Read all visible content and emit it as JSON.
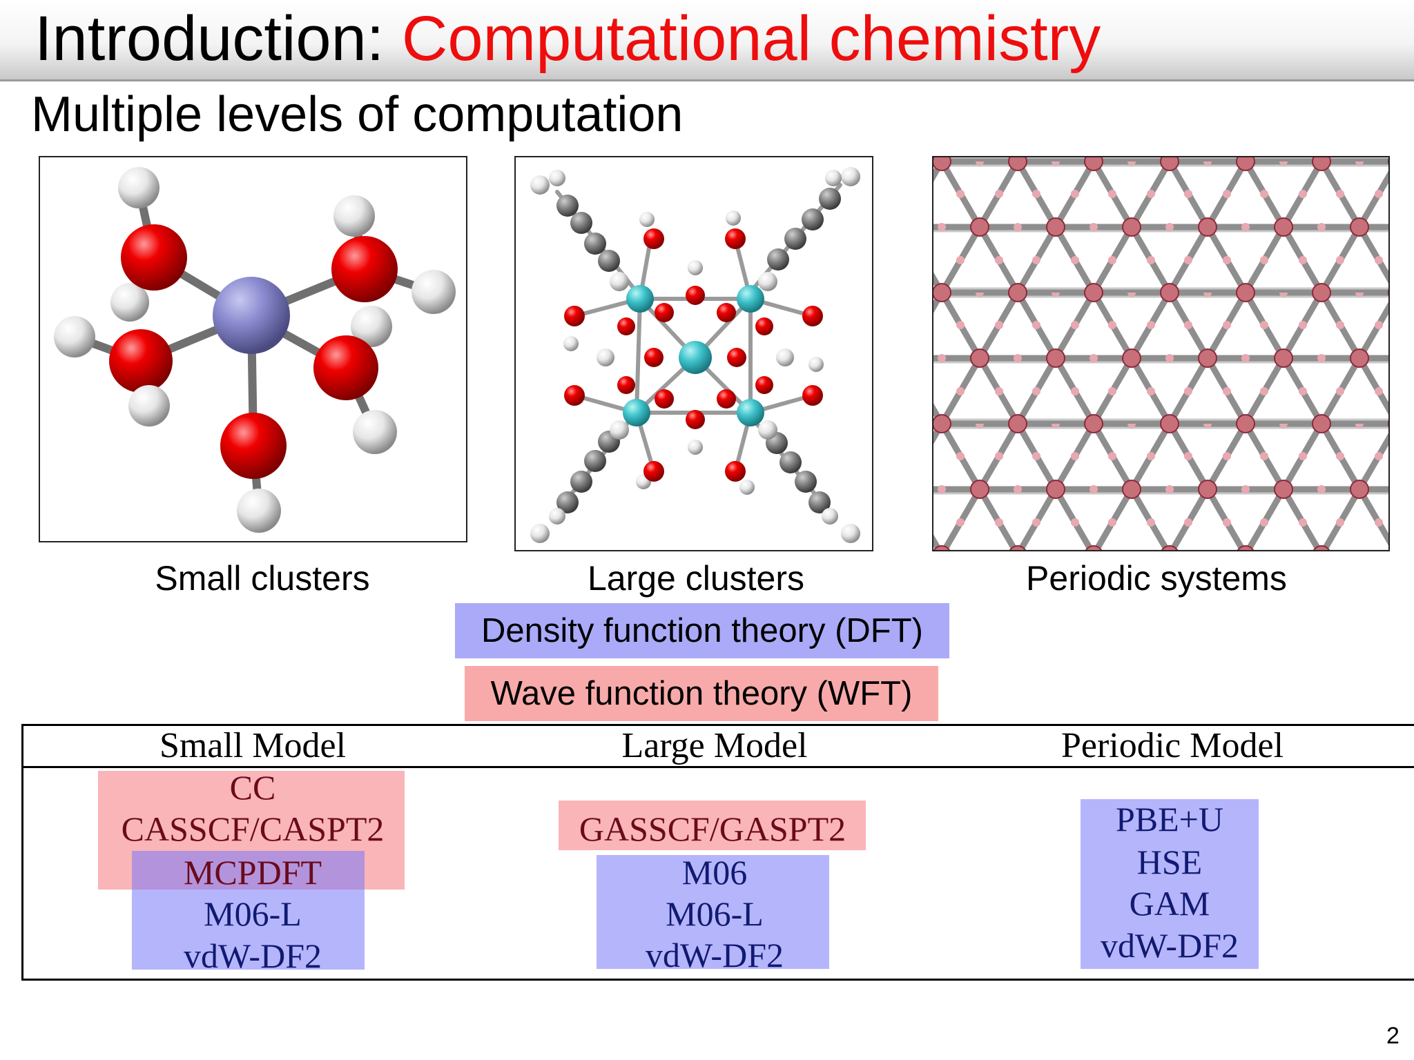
{
  "slide": {
    "title_prefix": "Introduction: ",
    "title_highlight": "Computational chemistry",
    "subtitle": "Multiple levels of computation",
    "page_number": "2"
  },
  "images": [
    {
      "caption": "Small clusters",
      "icon": "octahedral-metal-water-cluster"
    },
    {
      "caption": "Large clusters",
      "icon": "large-metal-oxo-cluster-with-linkers"
    },
    {
      "caption": "Periodic systems",
      "icon": "periodic-kagome-framework"
    }
  ],
  "theories": {
    "dft": "Density function theory (DFT)",
    "wft": "Wave function theory (WFT)"
  },
  "colors": {
    "title_accent": "#ee0d0d",
    "dft_fill": "#aaaaf9",
    "wft_fill": "#f8aaaa",
    "oxygen": "#e00000",
    "hydrogen": "#f2f2f2",
    "metal_small": "#8888cc",
    "metal_large": "#40c0c8"
  },
  "table": {
    "headers": [
      "Small Model",
      "Large Model",
      "Periodic Model"
    ],
    "small": [
      "CC",
      "CASSCF/CASPT2",
      "MCPDFT",
      "M06-L",
      "vdW-DF2"
    ],
    "large": [
      "GASSCF/GASPT2",
      "M06",
      "M06-L",
      "vdW-DF2"
    ],
    "periodic": [
      "PBE+U",
      "HSE",
      "GAM",
      "vdW-DF2"
    ]
  }
}
